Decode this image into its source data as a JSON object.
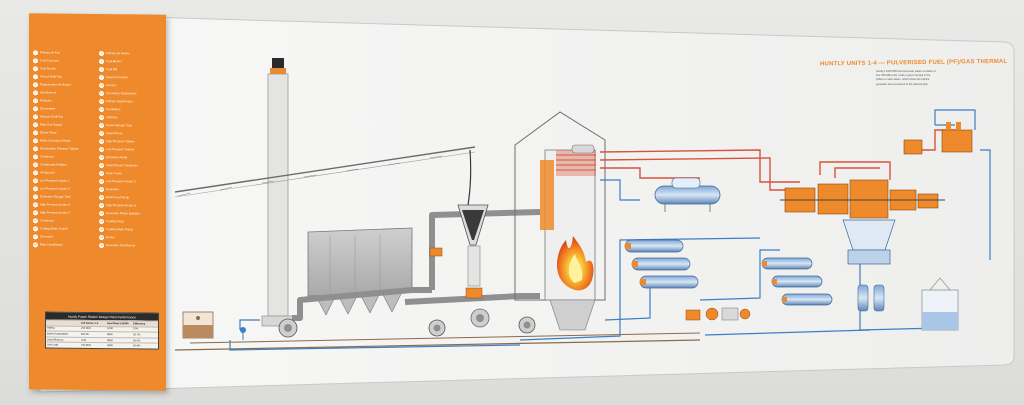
{
  "poster": {
    "title": "HUNTLY UNITS 1-4 — PULVERISED FUEL (PF)/GAS THERMAL",
    "description_lines": [
      "Huntly's 1000 MW thermal power station consists of",
      "four 250 MW units. Coal or gas is burned in the",
      "boilers to raise steam, which drives the turbine",
      "generator sets connected to the national grid."
    ]
  },
  "legend": {
    "items": [
      {
        "num": "1",
        "label": "Primary Air Fan"
      },
      {
        "num": "2",
        "label": "Primary Air Heater"
      },
      {
        "num": "3",
        "label": "Coal Conveyor"
      },
      {
        "num": "4",
        "label": "Coal Bunker"
      },
      {
        "num": "5",
        "label": "Coal Feeder"
      },
      {
        "num": "6",
        "label": "Coal Mill"
      },
      {
        "num": "7",
        "label": "Forced Draft Fan"
      },
      {
        "num": "8",
        "label": "Steam Air Heater"
      },
      {
        "num": "9",
        "label": "Regenerative Air Heater"
      },
      {
        "num": "10",
        "label": "Furnace"
      },
      {
        "num": "11",
        "label": "Gas Burners"
      },
      {
        "num": "12",
        "label": "Secondary Superheater"
      },
      {
        "num": "13",
        "label": "Reheater"
      },
      {
        "num": "14",
        "label": "Primary Superheater"
      },
      {
        "num": "15",
        "label": "Economiser"
      },
      {
        "num": "16",
        "label": "Precipitator"
      },
      {
        "num": "17",
        "label": "Induced Draft Fan"
      },
      {
        "num": "18",
        "label": "Chimney"
      },
      {
        "num": "19",
        "label": "Main Gas Supply"
      },
      {
        "num": "20",
        "label": "Diesel Storage Tank"
      },
      {
        "num": "21",
        "label": "Diesel Pump"
      },
      {
        "num": "22",
        "label": "Steam Drum"
      },
      {
        "num": "23",
        "label": "Boiler Circulation Pump"
      },
      {
        "num": "24",
        "label": "High Pressure Turbine"
      },
      {
        "num": "25",
        "label": "Intermediate Pressure Turbine"
      },
      {
        "num": "26",
        "label": "Low Pressure Turbine"
      },
      {
        "num": "27",
        "label": "Condenser"
      },
      {
        "num": "28",
        "label": "Extraction Pump"
      },
      {
        "num": "29",
        "label": "Condensate Polisher"
      },
      {
        "num": "30",
        "label": "Gland Steam Condenser"
      },
      {
        "num": "31",
        "label": "Air Ejectors"
      },
      {
        "num": "32",
        "label": "Drain Cooler"
      },
      {
        "num": "33",
        "label": "Low Pressure Heater 1"
      },
      {
        "num": "34",
        "label": "Low Pressure Heater 2"
      },
      {
        "num": "35",
        "label": "Low Pressure Heater 3"
      },
      {
        "num": "36",
        "label": "Deaerator"
      },
      {
        "num": "37",
        "label": "Deaerator Storage Tank"
      },
      {
        "num": "38",
        "label": "Boiler Feed Pump"
      },
      {
        "num": "39",
        "label": "High Pressure Heater 5"
      },
      {
        "num": "40",
        "label": "High Pressure Heater 6"
      },
      {
        "num": "41",
        "label": "High Pressure Heater 7"
      },
      {
        "num": "42",
        "label": "Generator Phase Isolation"
      },
      {
        "num": "43",
        "label": "Condenser"
      },
      {
        "num": "44",
        "label": "Cooling Tower"
      },
      {
        "num": "45",
        "label": "Cooling Water Outfall"
      },
      {
        "num": "46",
        "label": "Cooling Water Pump"
      },
      {
        "num": "47",
        "label": "Generator"
      },
      {
        "num": "48",
        "label": "Exciter"
      },
      {
        "num": "49",
        "label": "Main Transformer"
      },
      {
        "num": "50",
        "label": "Generator Transformer"
      }
    ]
  },
  "performance": {
    "title": "Huntly Power Station Design Plant Performance",
    "headers": [
      "",
      "100 Series 1-4",
      "Heat Rate kJ/kWh",
      "Efficiency"
    ],
    "rows": [
      [
        "Rating",
        "250 MW",
        "9700",
        "37%"
      ],
      [
        "Boiler Evaporation",
        "800 t/h",
        "9800",
        "36.7%"
      ],
      [
        "Unit Efficiency",
        "37%",
        "9850",
        "36.5%"
      ],
      [
        "Unit Load",
        "250 MW",
        "9900",
        "36.4%"
      ]
    ]
  },
  "colors": {
    "orange": "#ee8a2c",
    "steam_red": "#d9533b",
    "water_blue": "#3b7fc4",
    "flue_grey": "#8f8f8f",
    "coal_dark": "#3a3a3a",
    "flame_yellow": "#f7c531"
  }
}
